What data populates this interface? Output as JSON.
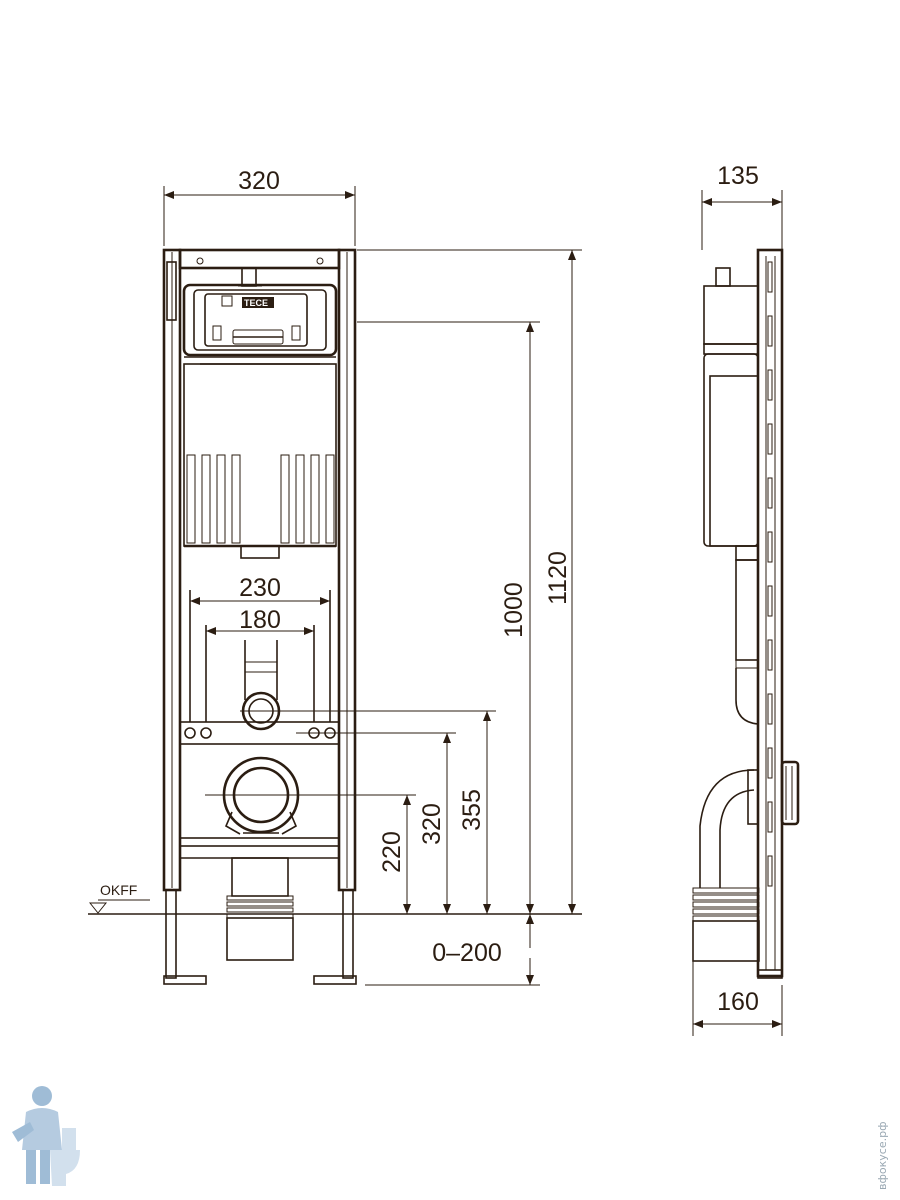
{
  "dimensions": {
    "front_width": "320",
    "side_depth_top": "135",
    "side_depth_bottom": "160",
    "total_height": "1120",
    "actuator_height": "1000",
    "bolt_spacing_outer": "230",
    "bolt_spacing_inner": "180",
    "bolt_height": "355",
    "drain_height": "320",
    "outlet_height": "220",
    "leg_adjustment": "0–200"
  },
  "labels": {
    "floor_level": "OKFF",
    "brand": "TECE"
  },
  "watermark": {
    "text": "вфокусе.рф",
    "icon": "plumber-mascot-icon"
  },
  "colors": {
    "line": "#2b1d12",
    "watermark": "#9aa8b3",
    "mascot": "#7fa6c9"
  }
}
